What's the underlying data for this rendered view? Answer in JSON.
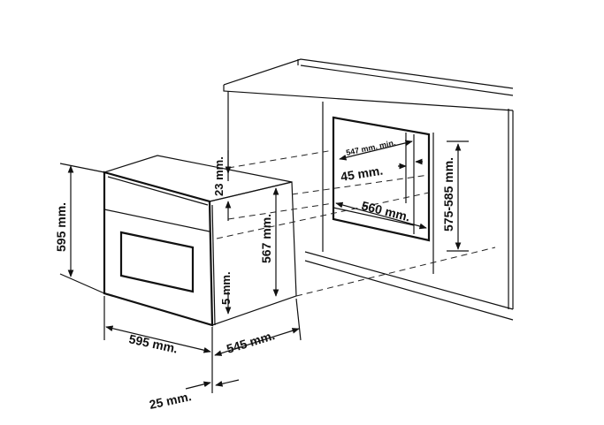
{
  "dimensions": {
    "oven_height": "595 mm.",
    "top_gap": "23 mm.",
    "inner_height": "567 mm.",
    "bottom_gap": "5 mm.",
    "oven_width": "595 mm.",
    "oven_depth": "545 mm.",
    "front_depth": "25 mm.",
    "niche_width_min": "547 mm. min.",
    "back_gap": "45 mm.",
    "niche_depth": "560 mm.",
    "niche_height": "575-585 mm."
  }
}
